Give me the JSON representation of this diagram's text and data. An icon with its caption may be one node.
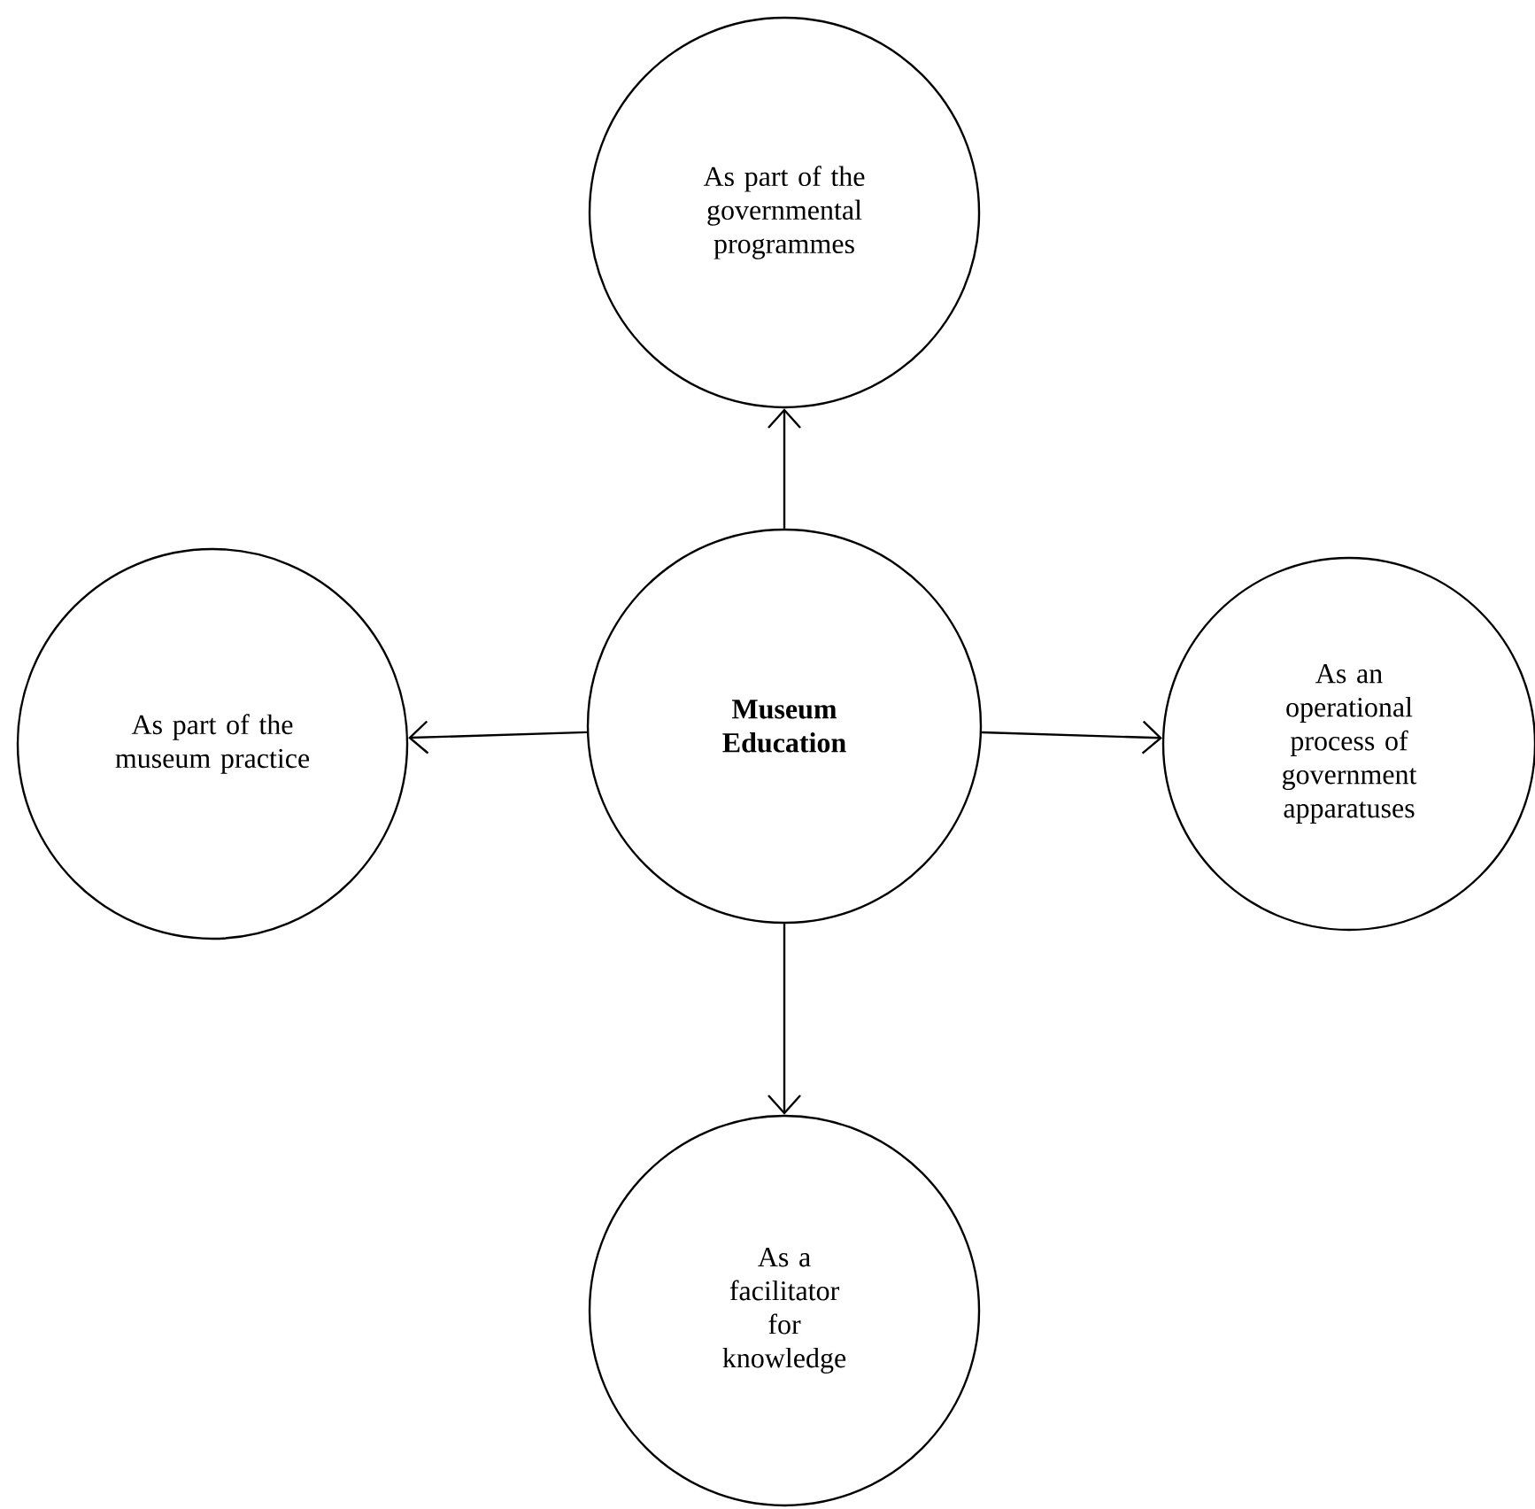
{
  "diagram": {
    "nodes": [
      {
        "text": [
          "As part of the governmental programmes"
        ]
      },
      {
        "text": [
          "As part of the museum practice"
        ]
      },
      {
        "text": [
          "Museum Education"
        ]
      },
      {
        "text": [
          "As an operational process of government apparatuses"
        ]
      },
      {
        "text": [
          "As a facilitator for knowledge"
        ]
      }
    ],
    "edges": [
      {
        "from": 2,
        "to": 0,
        "arrow": "to"
      },
      {
        "from": 2,
        "to": 1,
        "arrow": "to"
      },
      {
        "from": 2,
        "to": 3,
        "arrow": "to"
      },
      {
        "from": 2,
        "to": 4,
        "arrow": "to"
      }
    ]
  }
}
